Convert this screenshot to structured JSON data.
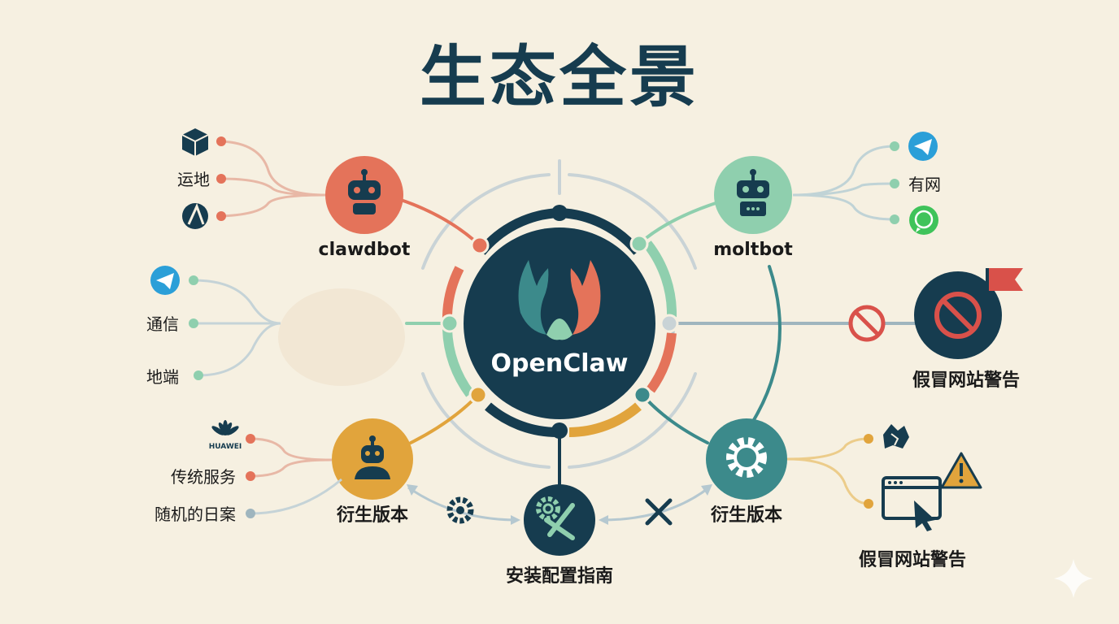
{
  "title": "生态全景",
  "center": {
    "label": "OpenClaw"
  },
  "nodes": {
    "clawdbot": {
      "label": "clawdbot"
    },
    "moltbot": {
      "label": "moltbot"
    },
    "derivative_left": {
      "label": "衍生版本"
    },
    "derivative_right": {
      "label": "衍生版本"
    },
    "install_guide": {
      "label": "安装配置指南"
    },
    "fake_site_right": {
      "label": "假冒网站警告"
    },
    "fake_site_bottom": {
      "label": "假冒网站警告"
    }
  },
  "branches": {
    "clawdbot": [
      "运地"
    ],
    "moltbot": [
      "有网"
    ],
    "left_middle": [
      "通信",
      "地端"
    ],
    "derivative_left": [
      "HUAWEI",
      "传统服务",
      "随机的日案"
    ]
  },
  "colors": {
    "navy": "#163c4f",
    "coral": "#e4735a",
    "mint": "#8fcfae",
    "mustard": "#e1a43c",
    "teal": "#3c8a8b",
    "slate": "#9fb5be",
    "warning_red": "#d9514a"
  }
}
